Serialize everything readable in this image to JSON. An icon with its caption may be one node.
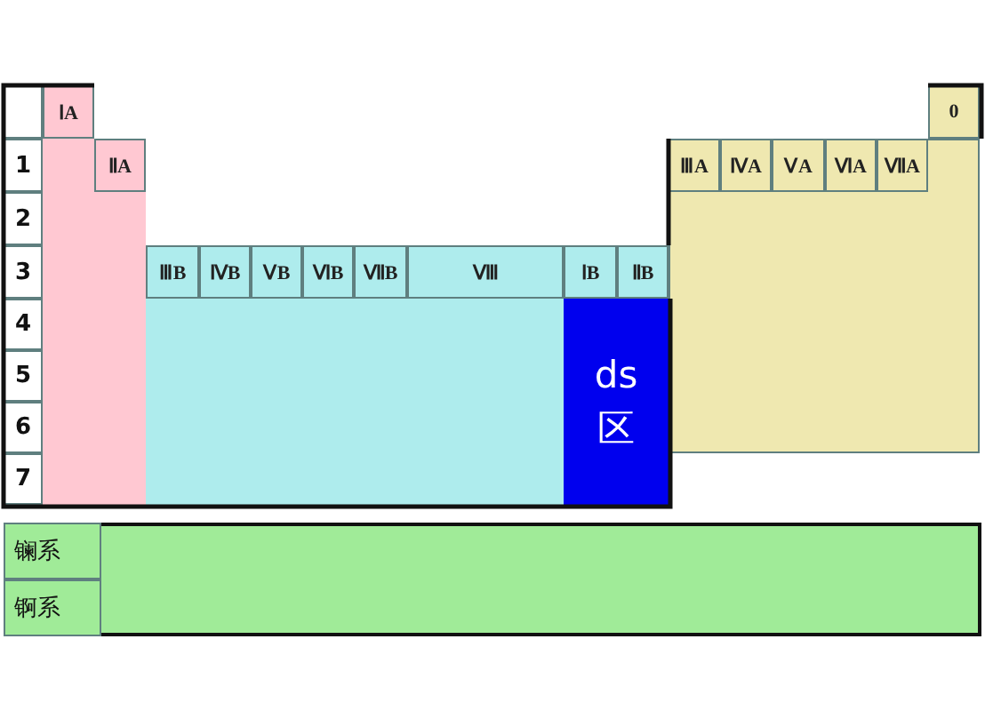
{
  "diagram": {
    "nodes": [
      {
        "text": [],
        "shape": "box"
      },
      {
        "text": [
          "ⅠA"
        ]
      },
      {
        "text": [
          "0"
        ]
      },
      {
        "text": [],
        "shape": "box"
      },
      {
        "text": [
          "1"
        ]
      },
      {
        "text": [
          "ⅡA"
        ],
        "in": 3
      },
      {
        "text": [],
        "shape": "box"
      },
      {
        "text": [
          "ⅢA"
        ],
        "in": 6
      },
      {
        "text": [
          "ⅣA"
        ],
        "in": 6
      },
      {
        "text": [
          "ⅤA"
        ],
        "in": 6
      },
      {
        "text": [
          "ⅥA"
        ],
        "in": 6
      },
      {
        "text": [
          "ⅦA"
        ],
        "in": 6
      },
      {
        "text": [
          "2"
        ]
      },
      {
        "text": [
          "3"
        ]
      },
      {
        "text": [
          "ⅢB"
        ]
      },
      {
        "text": [
          "ⅣB"
        ]
      },
      {
        "text": [
          "ⅤB"
        ]
      },
      {
        "text": [
          "ⅥB"
        ]
      },
      {
        "text": [
          "ⅦB"
        ]
      },
      {
        "text": [
          "Ⅷ"
        ]
      },
      {
        "text": [
          "ⅠB"
        ]
      },
      {
        "text": [
          "ⅡB"
        ]
      },
      {
        "text": [
          "4"
        ]
      },
      {
        "text": [],
        "shape": "box"
      },
      {
        "text": [
          "ds 区"
        ]
      },
      {
        "text": [
          "5"
        ]
      },
      {
        "text": [
          "6"
        ]
      },
      {
        "text": [
          "7"
        ]
      },
      {
        "text": [],
        "shape": "box"
      },
      {
        "text": [
          "镧系"
        ],
        "in": 28
      },
      {
        "text": [
          "锕系"
        ],
        "in": 28
      }
    ]
  }
}
